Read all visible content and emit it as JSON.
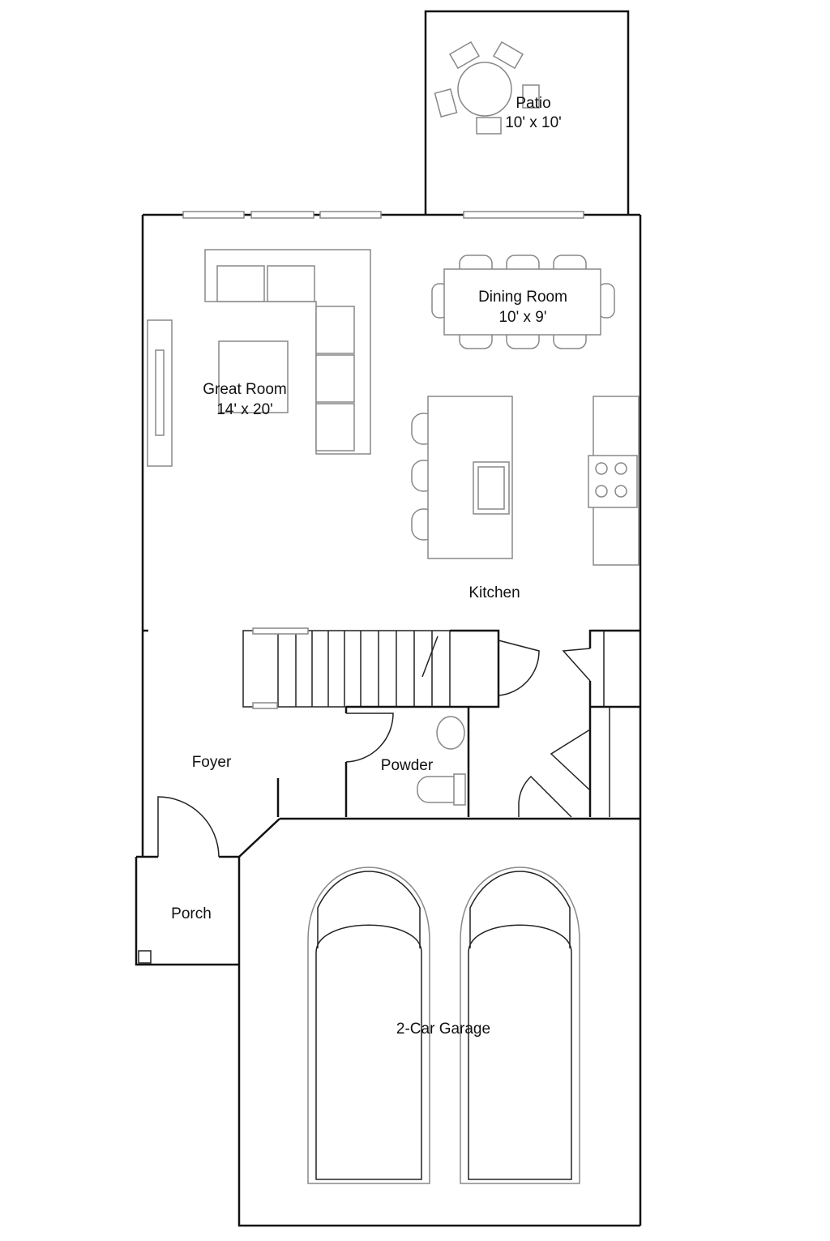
{
  "rooms": {
    "patio": {
      "name": "Patio",
      "size": "10' x 10'"
    },
    "dining": {
      "name": "Dining Room",
      "size": "10' x 9'"
    },
    "great": {
      "name": "Great Room",
      "size": "14' x 20'"
    },
    "kitchen": {
      "name": "Kitchen"
    },
    "foyer": {
      "name": "Foyer"
    },
    "powder": {
      "name": "Powder"
    },
    "porch": {
      "name": "Porch"
    },
    "garage": {
      "name": "2-Car Garage"
    }
  }
}
